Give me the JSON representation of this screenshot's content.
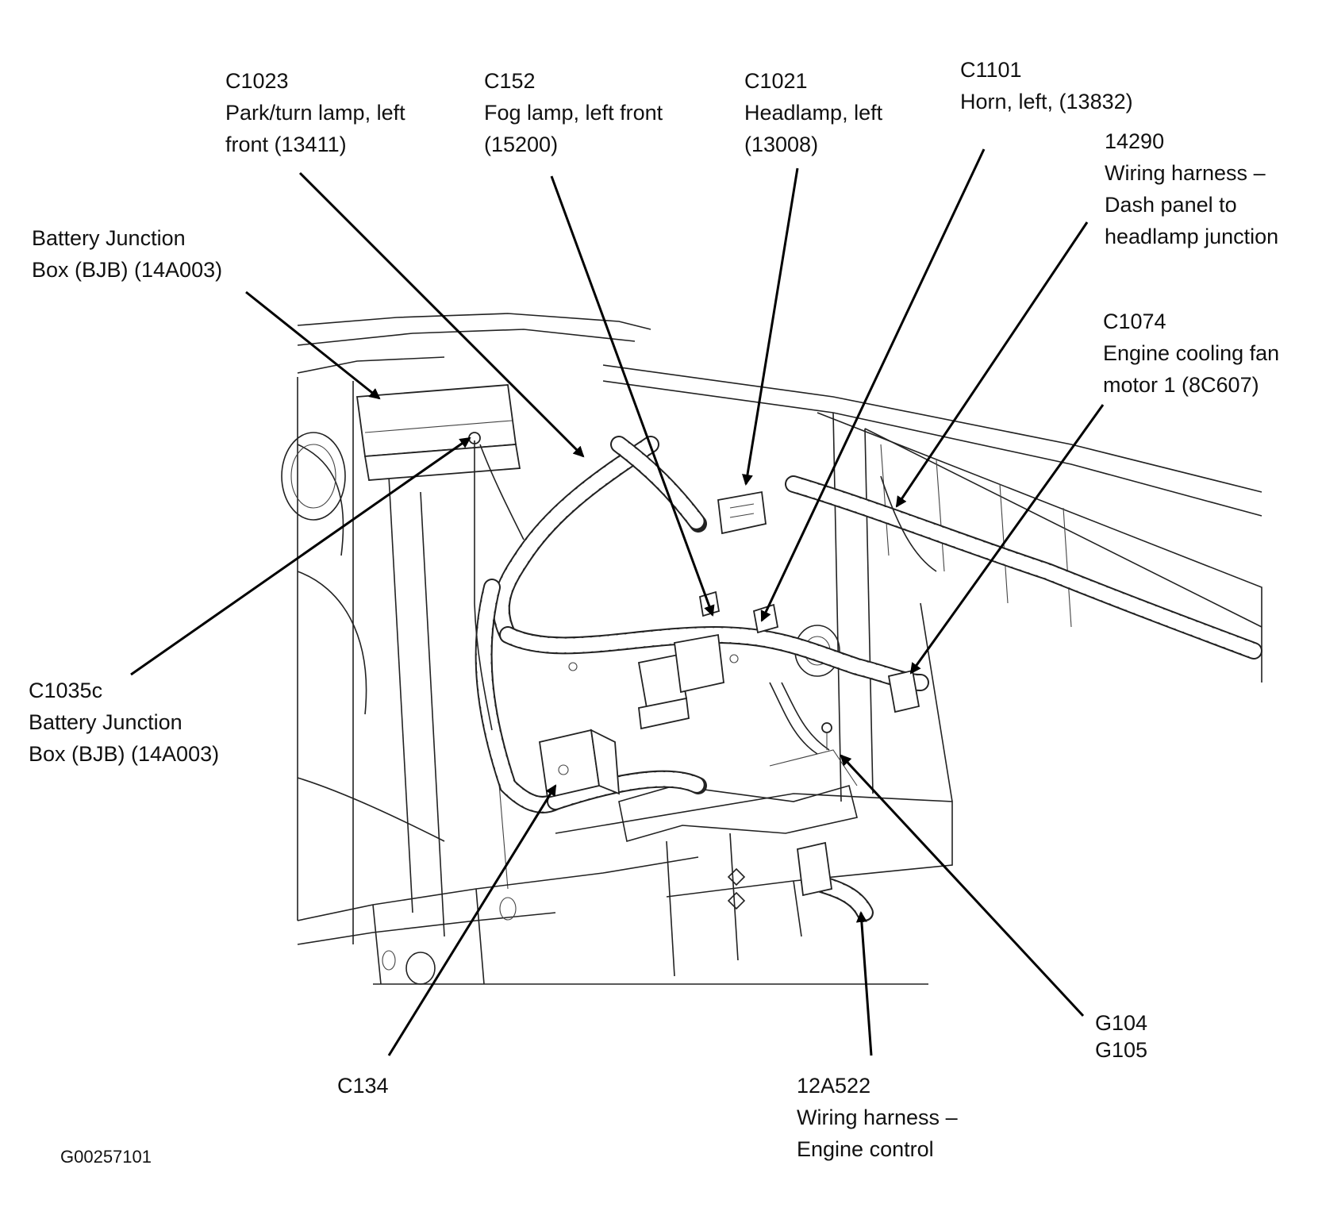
{
  "callouts": {
    "c1023": {
      "id": "C1023",
      "desc1": "Park/turn lamp, left",
      "desc2": "front (13411)"
    },
    "c152": {
      "id": "C152",
      "desc1": "Fog lamp, left front",
      "desc2": "(15200)"
    },
    "c1021": {
      "id": "C1021",
      "desc1": "Headlamp, left",
      "desc2": "(13008)"
    },
    "c1101": {
      "id": "C1101",
      "desc1": "Horn, left, (13832)"
    },
    "h14290": {
      "id": "14290",
      "desc1": "Wiring harness –",
      "desc2": "Dash panel to",
      "desc3": "headlamp junction"
    },
    "c1074": {
      "id": "C1074",
      "desc1": "Engine cooling fan",
      "desc2": "motor 1 (8C607)"
    },
    "bjb": {
      "desc1": "Battery Junction",
      "desc2": "Box (BJB) (14A003)"
    },
    "c1035c": {
      "id": "C1035c",
      "desc1": "Battery Junction",
      "desc2": "Box (BJB) (14A003)"
    },
    "c134": {
      "id": "C134"
    },
    "g104": {
      "id1": "G104",
      "id2": "G105"
    },
    "h12a522": {
      "id": "12A522",
      "desc1": "Wiring harness –",
      "desc2": "Engine control"
    }
  },
  "figure_id": "G00257101"
}
